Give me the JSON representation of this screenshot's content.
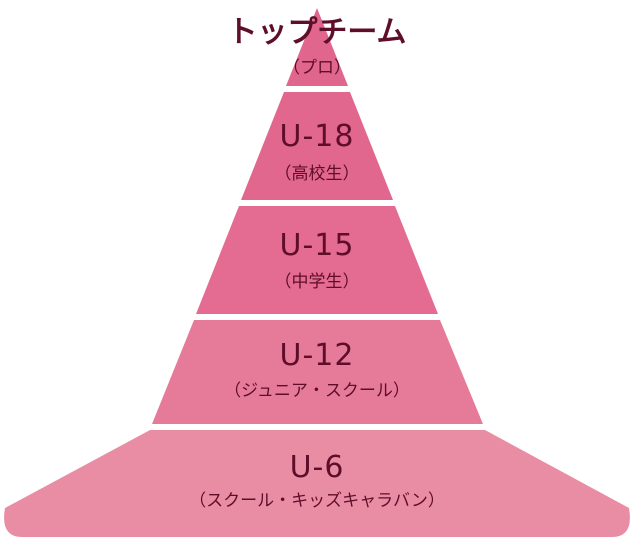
{
  "tiers": [
    {
      "title": "トップチーム",
      "subtitle": "（プロ）",
      "color": "#e0668e"
    },
    {
      "title": "U-18",
      "subtitle": "（高校生）",
      "color": "#e2678f"
    },
    {
      "title": "U-15",
      "subtitle": "（中学生）",
      "color": "#e46b91"
    },
    {
      "title": "U-12",
      "subtitle": "（ジュニア・スクール）",
      "color": "#e67b99"
    },
    {
      "title": "U-6",
      "subtitle": "（スクール・キッズキャラバン）",
      "color": "#e98da4"
    }
  ],
  "colors": {
    "text": "#5e0d2a",
    "separator": "#ffffff"
  }
}
